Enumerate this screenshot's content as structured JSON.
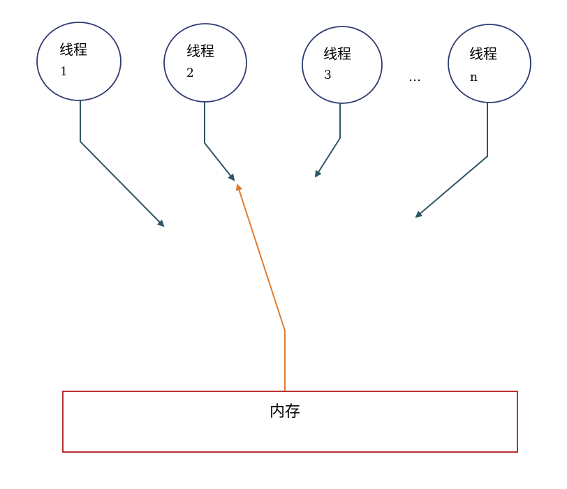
{
  "threads": [
    {
      "title": "线程",
      "index": "1"
    },
    {
      "title": "线程",
      "index": "2"
    },
    {
      "title": "线程",
      "index": "3"
    },
    {
      "title": "线程",
      "index": "n"
    }
  ],
  "ellipsis": "…",
  "memory": {
    "label": "内存"
  },
  "colors": {
    "thread_border": "#2f3a73",
    "thread_arrow": "#2e5563",
    "memory_border": "#b01c1c",
    "memory_arrow": "#e07b2d"
  }
}
